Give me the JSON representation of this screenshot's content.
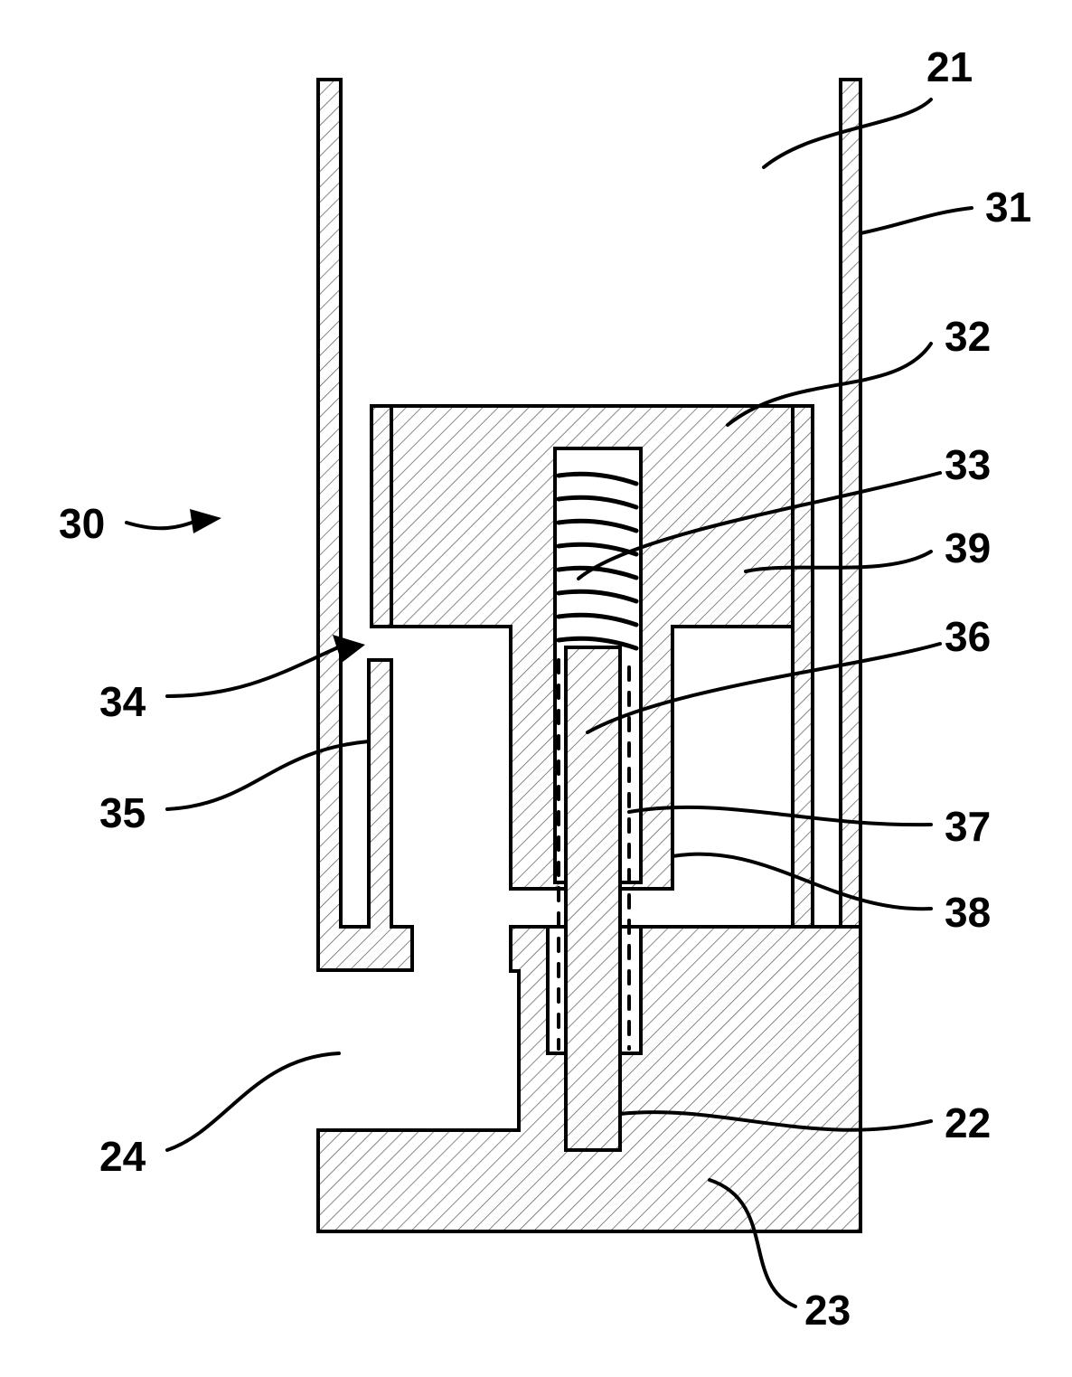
{
  "figure": {
    "type": "patent-cross-section",
    "colors": {
      "ink": "#000000",
      "background": "#ffffff"
    },
    "labels": [
      {
        "id": "21",
        "text": "21"
      },
      {
        "id": "31",
        "text": "31"
      },
      {
        "id": "32",
        "text": "32"
      },
      {
        "id": "33",
        "text": "33"
      },
      {
        "id": "30",
        "text": "30"
      },
      {
        "id": "39",
        "text": "39"
      },
      {
        "id": "36",
        "text": "36"
      },
      {
        "id": "34",
        "text": "34"
      },
      {
        "id": "35",
        "text": "35"
      },
      {
        "id": "37",
        "text": "37"
      },
      {
        "id": "38",
        "text": "38"
      },
      {
        "id": "22",
        "text": "22"
      },
      {
        "id": "24",
        "text": "24"
      },
      {
        "id": "23",
        "text": "23"
      }
    ]
  }
}
